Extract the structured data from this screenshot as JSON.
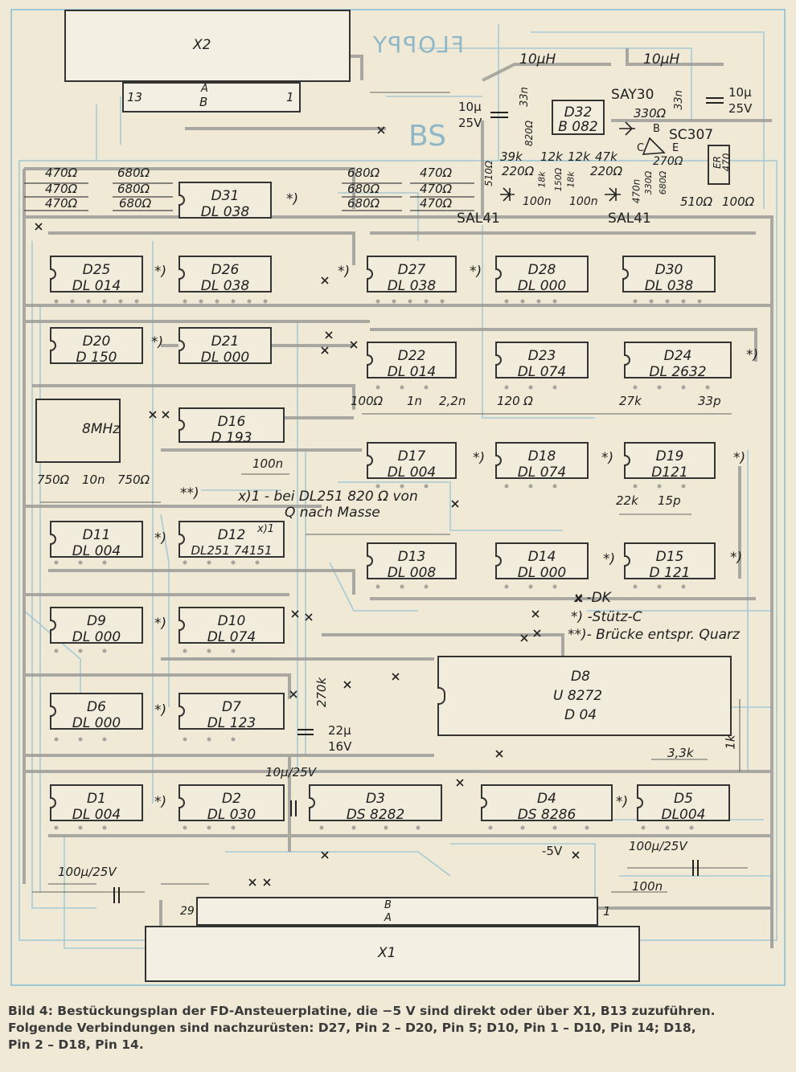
{
  "title_scribble": "FLOPPY",
  "stamp": "BS",
  "connectors": {
    "x2": {
      "label": "X2",
      "pin_left": "13",
      "pin_right": "1",
      "row_a": "A",
      "row_b": "B"
    },
    "x1": {
      "label": "X1",
      "pin_left": "29",
      "pin_right": "1",
      "row_a": "A",
      "row_b": "B"
    }
  },
  "chips": [
    {
      "id": "D31",
      "name": "D31",
      "type": "DL 038"
    },
    {
      "id": "D25",
      "name": "D25",
      "type": "DL 014"
    },
    {
      "id": "D26",
      "name": "D26",
      "type": "DL 038"
    },
    {
      "id": "D27",
      "name": "D27",
      "type": "DL 038"
    },
    {
      "id": "D28",
      "name": "D28",
      "type": "DL 000"
    },
    {
      "id": "D30",
      "name": "D30",
      "type": "DL 038"
    },
    {
      "id": "D20",
      "name": "D20",
      "type": "D 150"
    },
    {
      "id": "D21",
      "name": "D21",
      "type": "DL 000"
    },
    {
      "id": "D22",
      "name": "D22",
      "type": "DL 014"
    },
    {
      "id": "D23",
      "name": "D23",
      "type": "DL 074"
    },
    {
      "id": "D24",
      "name": "D24",
      "type": "DL 2632"
    },
    {
      "id": "D16",
      "name": "D16",
      "type": "D 193"
    },
    {
      "id": "D17",
      "name": "D17",
      "type": "DL 004"
    },
    {
      "id": "D18",
      "name": "D18",
      "type": "DL 074"
    },
    {
      "id": "D19",
      "name": "D19",
      "type": "D121"
    },
    {
      "id": "D11",
      "name": "D11",
      "type": "DL 004"
    },
    {
      "id": "D12",
      "name": "D12",
      "type": "DL251   74151"
    },
    {
      "id": "D13",
      "name": "D13",
      "type": "DL 008"
    },
    {
      "id": "D14",
      "name": "D14",
      "type": "DL 000"
    },
    {
      "id": "D15",
      "name": "D15",
      "type": "D 121"
    },
    {
      "id": "D9",
      "name": "D9",
      "type": "DL 000"
    },
    {
      "id": "D10",
      "name": "D10",
      "type": "DL 074"
    },
    {
      "id": "D6",
      "name": "D6",
      "type": "DL 000"
    },
    {
      "id": "D7",
      "name": "D7",
      "type": "DL 123"
    },
    {
      "id": "D1",
      "name": "D1",
      "type": "DL 004"
    },
    {
      "id": "D2",
      "name": "D2",
      "type": "DL 030"
    },
    {
      "id": "D3",
      "name": "D3",
      "type": "DS 8282"
    },
    {
      "id": "D4",
      "name": "D4",
      "type": "DS 8286"
    },
    {
      "id": "D5",
      "name": "D5",
      "type": "DL004"
    },
    {
      "id": "D32",
      "name": "D32",
      "type": "B 082"
    }
  ],
  "d8": {
    "name": "D8",
    "type": "U 8272",
    "sub": "D 04"
  },
  "crystal": "8MHz",
  "component_labels": {
    "l_10uh_1": "10µH",
    "l_10uh_2": "10µH",
    "c_10u_left": "10µ",
    "v_25_left": "25V",
    "c_33n": "33n",
    "say30": "SAY30",
    "r_330": "330Ω",
    "r_33n_right": "33n",
    "c_10u_right": "10µ",
    "v_25_right": "25V",
    "sc307": "SC307",
    "t_b": "B",
    "t_c": "C",
    "t_e": "E",
    "r_270": "270Ω",
    "er": "ER",
    "r_470_er": "470",
    "r_39k": "39k",
    "r_12k_1": "12k",
    "r_12k_2": "12k",
    "r_47k": "47k",
    "r_820": "820Ω",
    "r_510a": "510Ω",
    "r_220a": "220Ω",
    "r_220b": "220Ω",
    "r_18k": "18k",
    "r_150": "150Ω",
    "r_18k_2": "18k",
    "r_470n": "470n",
    "r_330_2": "330Ω",
    "r_680_2": "680Ω",
    "c_100n_a": "100n",
    "c_100n_b": "100n",
    "sal41_left": "SAL41",
    "sal41_right": "SAL41",
    "r_510b": "510Ω",
    "r_100b": "100Ω",
    "rl_470_1": "470Ω",
    "rl_470_2": "470Ω",
    "rl_470_3": "470Ω",
    "rl_680_1": "680Ω",
    "rl_680_2": "680Ω",
    "rl_680_3": "680Ω",
    "rm_680_1": "680Ω",
    "rm_680_2": "680Ω",
    "rm_680_3": "680Ω",
    "rr_470_1": "470Ω",
    "rr_470_2": "470Ω",
    "rr_470_3": "470Ω",
    "r_100": "100Ω",
    "c_1n": "1n",
    "c_22n": "2,2n",
    "r_120": "120 Ω",
    "r_27k": "27k",
    "c_33p": "33p",
    "c_100n_c": "100n",
    "r_750a": "750Ω",
    "c_10n": "10n",
    "r_750b": "750Ω",
    "r_22k": "22k",
    "c_15p": "15p",
    "r_270k": "270k",
    "c_22u": "22µ",
    "v_16": "16V",
    "r_33k": "3,3k",
    "r_1k": "1k",
    "c_10u_25": "10µ/25V",
    "v_m5": "-5V",
    "c_100u_right": "100µ/25V",
    "c_100n_d": "100n",
    "c_100u_left": "100µ/25V"
  },
  "notes": {
    "dl251": "x)1 - bei DL251 820 Ω von",
    "dl251b": "Q nach Masse",
    "d12_mark": "x)1",
    "legend_dk": "x  -DK",
    "legend_c": "*)  -Stütz-C",
    "legend_q": "**)- Brücke entspr. Quarz",
    "stuetz": "*)",
    "bridge": "**)"
  },
  "caption": [
    "Bild 4: Bestückungsplan der FD-Ansteuerplatine, die −5 V sind direkt oder über X1, B13 zuzuführen.",
    "Folgende Verbindungen sind nachzurüsten: D27, Pin 2 – D20, Pin 5; D10, Pin 1 – D10, Pin 14; D18,",
    "Pin 2 – D18, Pin 14."
  ],
  "colors": {
    "paper": "#efe9d6",
    "trace_gray": "#9c9c98",
    "trace_blue": "#9fc8d6",
    "ink": "#1f1f1f"
  }
}
